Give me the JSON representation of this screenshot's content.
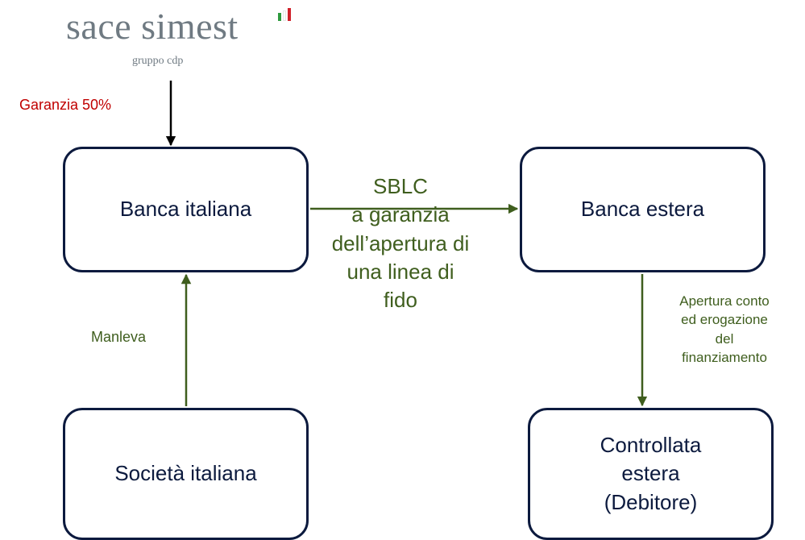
{
  "logo": {
    "name": "sace simest",
    "tagline": "gruppo cdp"
  },
  "nodes": {
    "banca_italiana": "Banca italiana",
    "banca_estera": "Banca estera",
    "societa_italiana": "Società italiana",
    "controllata_estera": [
      "Controllata",
      "estera",
      "(Debitore)"
    ]
  },
  "edges": {
    "garanzia": "Garanzia 50%",
    "sblc": [
      "SBLC",
      "a garanzia",
      "dell’apertura di",
      "una linea di",
      "fido"
    ],
    "manleva": "Manleva",
    "apertura": [
      "Apertura conto",
      "ed erogazione",
      "del",
      "finanziamento"
    ]
  },
  "colors": {
    "box_border": "#0c1a3e",
    "arrow_green": "#3f5e1e",
    "label_red": "#c00000",
    "logo_grey": "#6f7a82"
  }
}
